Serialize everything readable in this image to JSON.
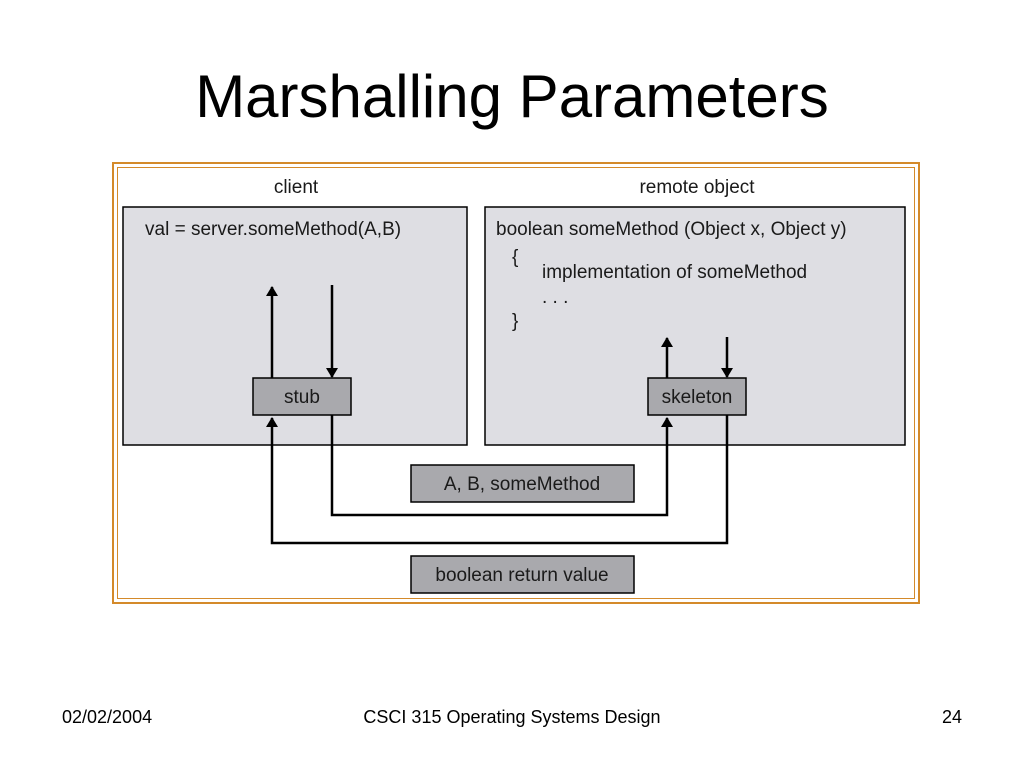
{
  "slide": {
    "title": "Marshalling Parameters"
  },
  "diagram": {
    "client_label": "client",
    "remote_label": "remote object",
    "client_code": "val = server.someMethod(A,B)",
    "remote_code_line1": "boolean someMethod (Object x, Object y)",
    "remote_code_open_brace": "{",
    "remote_code_line2": "implementation of someMethod",
    "remote_code_line3": ". . .",
    "remote_code_close_brace": "}",
    "stub_label": "stub",
    "skeleton_label": "skeleton",
    "request_message": "A, B, someMethod",
    "return_message": "boolean return value",
    "colors": {
      "panel_fill": "#dedee3",
      "box_fill": "#a9a9ad",
      "frame_border": "#d48a2a",
      "line": "#000000"
    }
  },
  "footer": {
    "date": "02/02/2004",
    "course": "CSCI 315 Operating Systems Design",
    "page": "24"
  }
}
